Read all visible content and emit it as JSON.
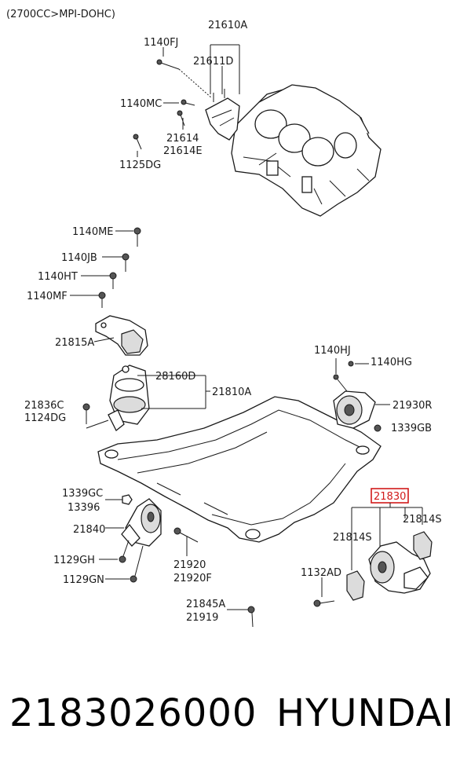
{
  "header_note": "(2700CC>MPI-DOHC)",
  "labels": {
    "l21610A": "21610A",
    "l1140FJ": "1140FJ",
    "l21611D": "21611D",
    "l1140MC": "1140MC",
    "l21614": "21614",
    "l21614E": "21614E",
    "l1125DG": "1125DG",
    "l1140ME": "1140ME",
    "l1140JB": "1140JB",
    "l1140HT": "1140HT",
    "l1140MF": "1140MF",
    "l21815A": "21815A",
    "l28160D": "28160D",
    "l21810A": "21810A",
    "l21836C": "21836C",
    "l1124DG": "1124DG",
    "l1140HJ": "1140HJ",
    "l1140HG": "1140HG",
    "l21930R": "21930R",
    "l1339GB": "1339GB",
    "l1339GC": "1339GC",
    "l13396": "13396",
    "l21840": "21840",
    "l1129GH": "1129GH",
    "l1129GN": "1129GN",
    "l21920": "21920",
    "l21920F": "21920F",
    "l21845A": "21845A",
    "l21919": "21919",
    "l21830": "21830",
    "l21814S_right": "21814S",
    "l21814S_left": "21814S",
    "l1132AD": "1132AD"
  },
  "highlight_color": "#d11a1a",
  "footer": {
    "part_number": "2183026000",
    "brand": "HYUNDAI"
  }
}
